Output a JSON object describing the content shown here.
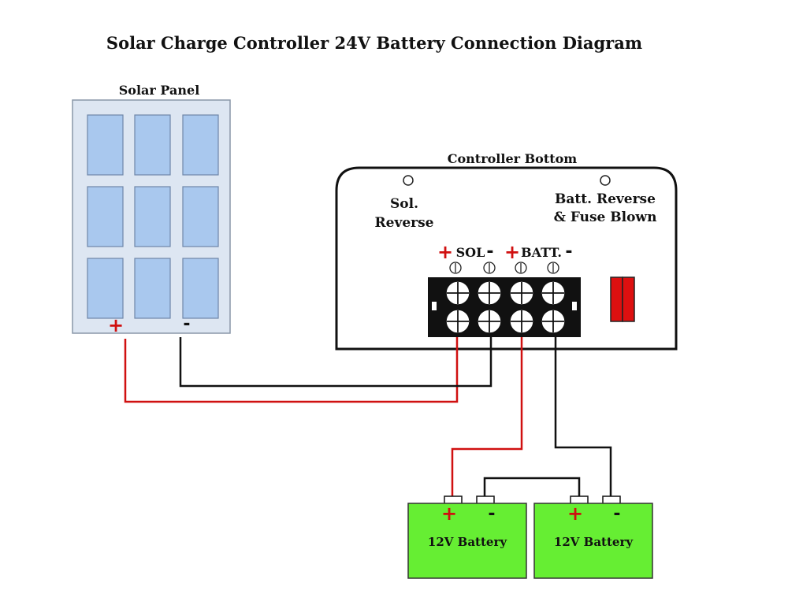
{
  "title": "Solar Charge Controller 24V Battery Connection Diagram",
  "solar_panel": {
    "label": "Solar Panel",
    "plus": "+",
    "minus": "-"
  },
  "controller": {
    "label": "Controller Bottom",
    "sol_reverse": [
      "Sol.",
      "Reverse"
    ],
    "batt_reverse": [
      "Batt. Reverse",
      "& Fuse Blown"
    ],
    "terminal_labels": {
      "sol_plus": "+",
      "sol": "SOL",
      "sol_minus": "-",
      "batt_plus": "+",
      "batt": "BATT.",
      "batt_minus": "-"
    }
  },
  "batteries": [
    {
      "label": "12V Battery",
      "plus": "+",
      "minus": "-"
    },
    {
      "label": "12V Battery",
      "plus": "+",
      "minus": "-"
    }
  ],
  "colors": {
    "positive_wire": "#d01010",
    "negative_wire": "#111111",
    "battery_fill": "#66ee33",
    "panel_cell": "#a9c8ee",
    "panel_frame": "#dde6f2",
    "fuse": "#dd1010"
  }
}
